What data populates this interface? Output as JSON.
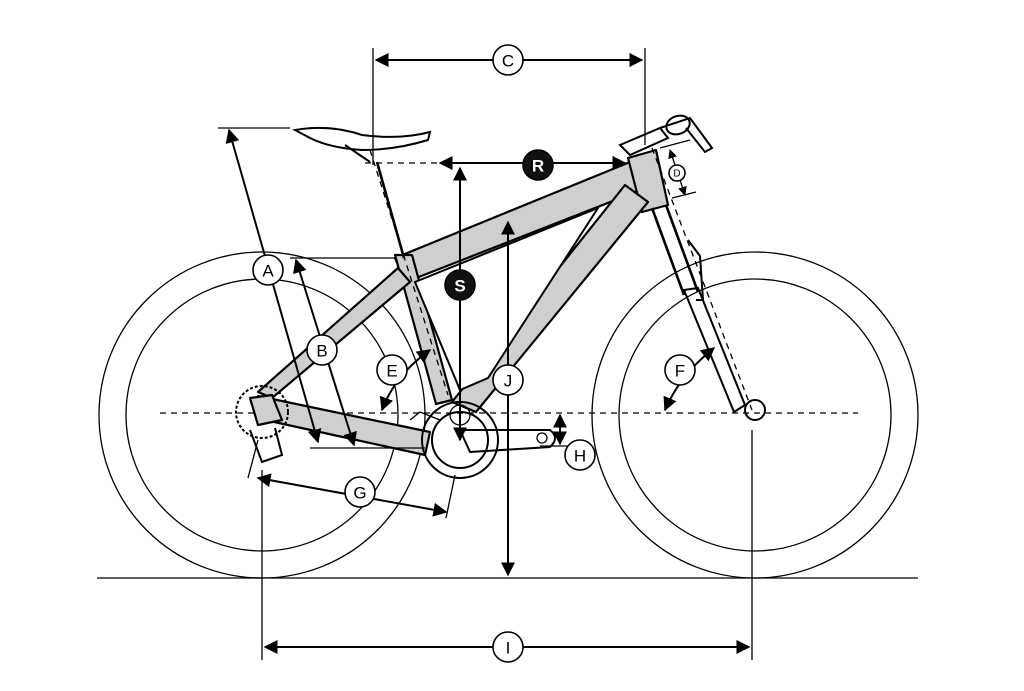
{
  "diagram": {
    "labels": {
      "A": "A",
      "B": "B",
      "C": "C",
      "D": "D",
      "E": "E",
      "F": "F",
      "G": "G",
      "H": "H",
      "I": "I",
      "J": "J",
      "R": "R",
      "S": "S"
    },
    "colors": {
      "frame_fill": "#cfcfcf",
      "line": "#000000",
      "background": "#ffffff"
    }
  }
}
